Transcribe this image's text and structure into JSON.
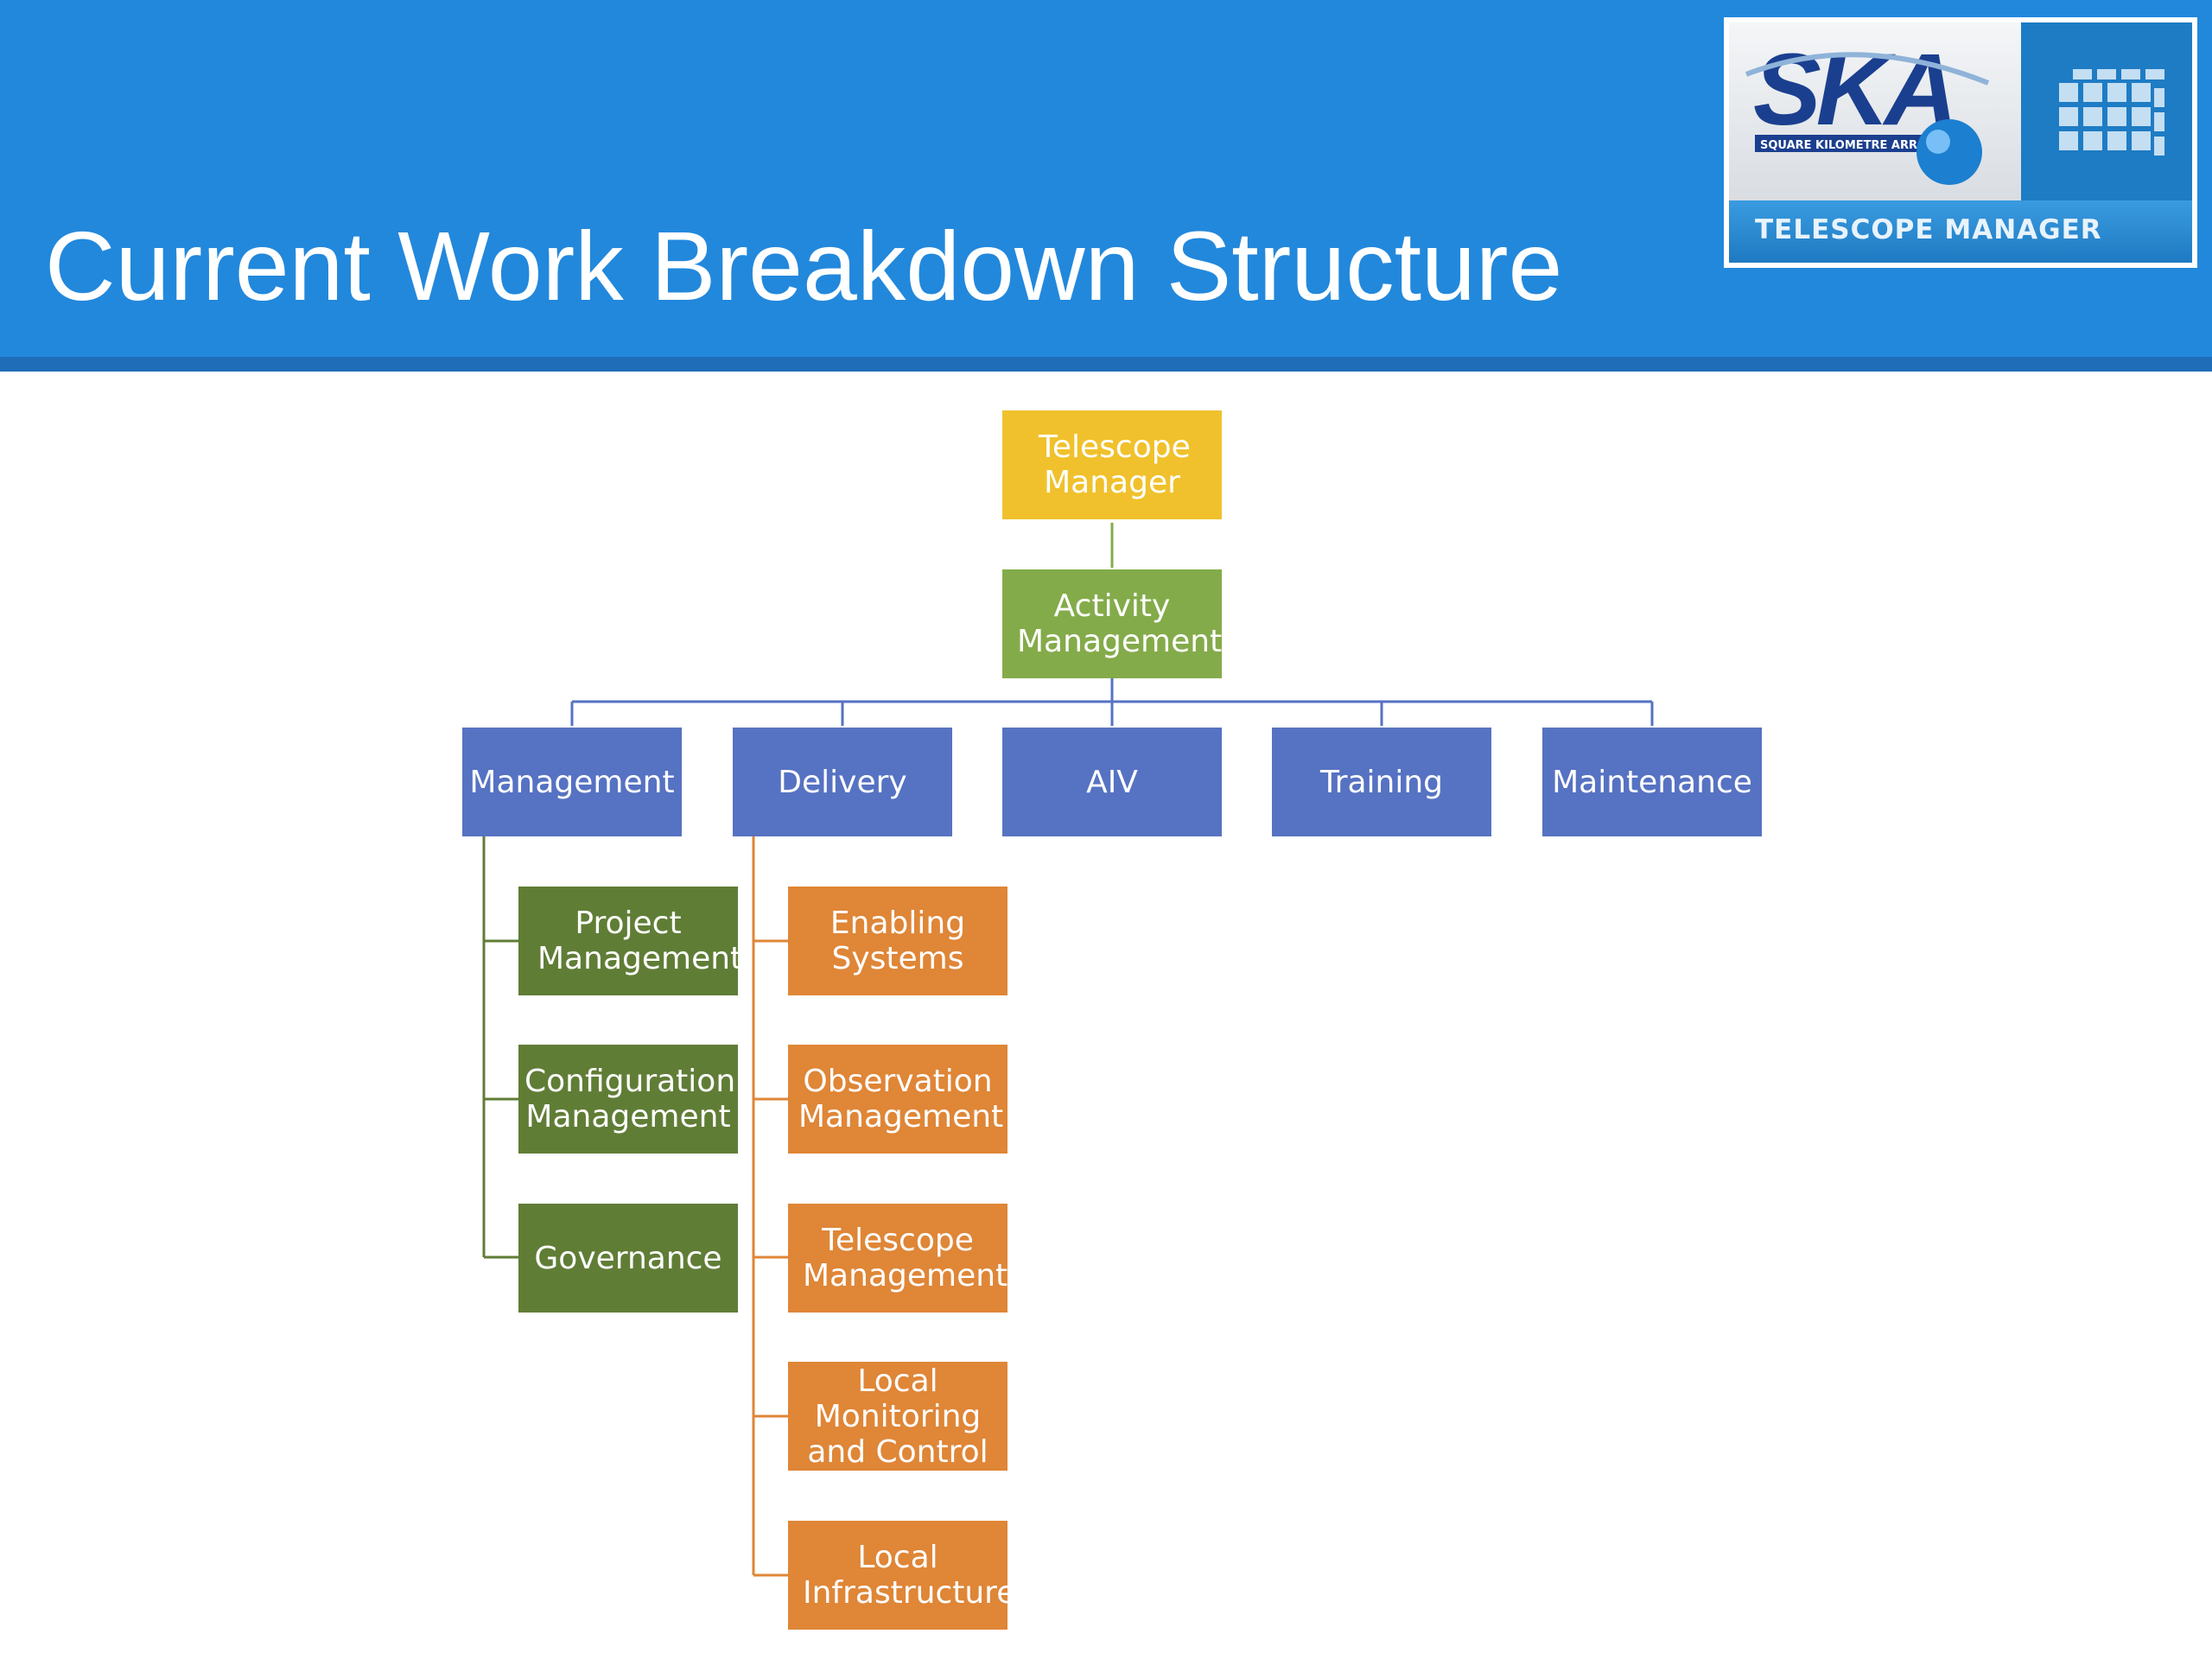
{
  "slide": {
    "title": "Current Work Breakdown Structure",
    "logo": {
      "wordmark": "SKA",
      "tagline": "SQUARE KILOMETRE ARRAY",
      "band_text": "TELESCOPE MANAGER"
    }
  },
  "diagram": {
    "root": {
      "label": "Telescope Manager",
      "color": "#f0c12c"
    },
    "level1": {
      "label": "Activity Management",
      "color": "#84ab4a"
    },
    "level2": [
      {
        "label": "Management",
        "color": "#5672c2"
      },
      {
        "label": "Delivery",
        "color": "#5672c2"
      },
      {
        "label": "AIV",
        "color": "#5672c2"
      },
      {
        "label": "Training",
        "color": "#5672c2"
      },
      {
        "label": "Maintenance",
        "color": "#5672c2"
      }
    ],
    "management_children": [
      {
        "label": "Project Management",
        "color": "#607d36"
      },
      {
        "label": "Configuration Management",
        "color": "#607d36"
      },
      {
        "label": "Governance",
        "color": "#607d36"
      }
    ],
    "delivery_children": [
      {
        "label": "Enabling Systems",
        "color": "#df8637"
      },
      {
        "label": "Observation Management",
        "color": "#df8637"
      },
      {
        "label": "Telescope Management",
        "color": "#df8637"
      },
      {
        "label": "Local Monitoring and Control",
        "color": "#df8637"
      },
      {
        "label": "Local Infrastructure",
        "color": "#df8637"
      }
    ]
  }
}
